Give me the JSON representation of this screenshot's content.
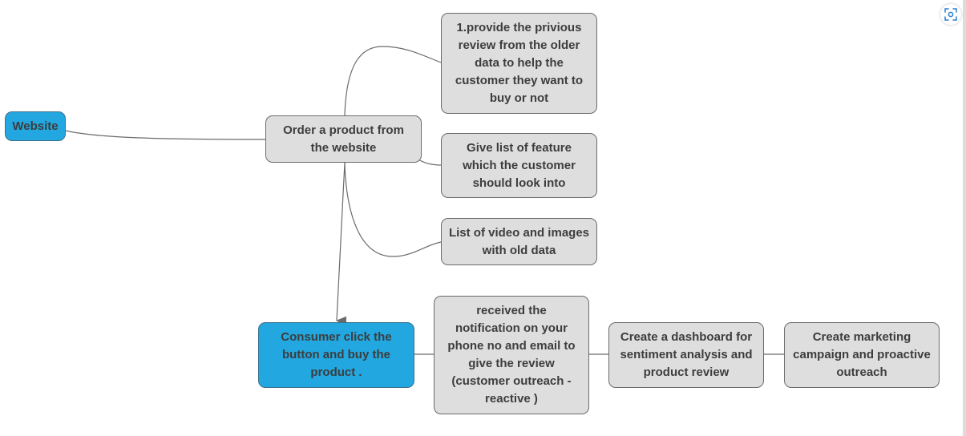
{
  "nodes": {
    "website": "Website",
    "order": "Order a product from\nthe website",
    "review": "1.provide the privious\nreview from the older\ndata to help the\ncustomer they want to\nbuy or not",
    "features": "Give list of feature\nwhich the customer\nshould look into",
    "videos": "List of video and images\nwith old data",
    "consumer": "Consumer click the\nbutton and buy the\nproduct .",
    "notification": "received the\nnotification on your\nphone no and email to\ngive the review\n(customer outreach -\nreactive )",
    "dashboard": "Create a dashboard for\nsentiment analysis and\nproduct review",
    "marketing": "Create marketing\ncampaign and proactive\noutreach"
  },
  "colors": {
    "node_fill": "#dedede",
    "root_fill": "#22a7e0",
    "connector": "#6b6b6b",
    "text": "#3d3d3d",
    "focus_icon": "#2a7fd4"
  },
  "toolbar": {
    "focus_icon": "focus-frame-icon"
  }
}
